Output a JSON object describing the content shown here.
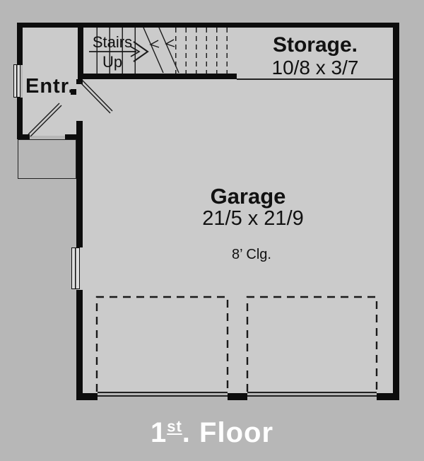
{
  "colors": {
    "outside": "#b7b7b7",
    "interior": "#cbcbcb",
    "wall": "#0d0d0d",
    "line": "#222222",
    "title_text": "#ffffff",
    "label_text": "#111111"
  },
  "labels": {
    "entry": "Entr.",
    "stairs_line1": "Stairs",
    "stairs_line2": "Up",
    "storage_name": "Storage.",
    "storage_dims": "10/8 x 3/7",
    "garage_name": "Garage",
    "garage_dims": "21/5 x 21/9",
    "garage_ceiling": "8’ Clg."
  },
  "title": {
    "number": "1",
    "ordinal": "st",
    "rest": ". Floor"
  },
  "plan": {
    "type": "first-floor-plan",
    "rooms": [
      {
        "name": "Entr."
      },
      {
        "name": "Stairs Up"
      },
      {
        "name": "Storage.",
        "dimensions": "10/8 x 3/7"
      },
      {
        "name": "Garage",
        "dimensions": "21/5 x 21/9",
        "ceiling": "8’ Clg.",
        "garage_doors": 2
      }
    ]
  }
}
